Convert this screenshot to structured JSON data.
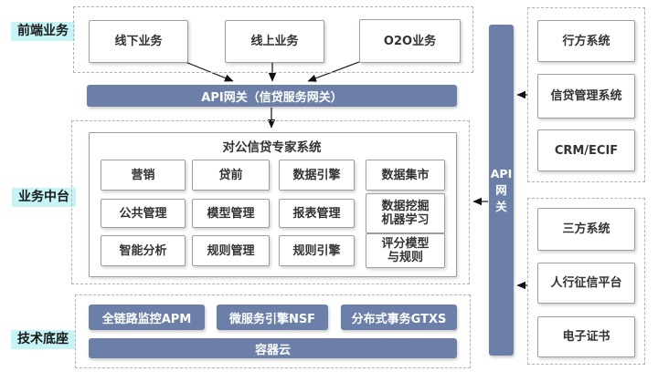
{
  "layer_labels": {
    "frontend": "前端业务",
    "middle": "业务中台",
    "tech": "技术底座"
  },
  "frontend": {
    "boxes": [
      "线下业务",
      "线上业务",
      "O2O业务"
    ]
  },
  "api_bar_label": "API网关（信贷服务网关）",
  "expert": {
    "title": "对公信贷专家系统",
    "row1": [
      "营销",
      "贷前",
      "数据引擎",
      "数据集市"
    ],
    "row2": [
      "公共管理",
      "模型管理",
      "报表管理"
    ],
    "row2_col4": {
      "line1": "数据挖掘",
      "line2": "机器学习"
    },
    "row3": [
      "智能分析",
      "规则管理",
      "规则引擎"
    ],
    "row3_col4": {
      "line1": "评分模型",
      "line2": "与规则"
    }
  },
  "tech": {
    "pills": [
      "全链路监控APM",
      "微服务引擎NSF",
      "分布式事务GTXS"
    ],
    "container_cloud": "容器云"
  },
  "gateway_vertical": {
    "lines": [
      "API",
      "网",
      "关"
    ]
  },
  "right_column": {
    "group1": [
      "行方系统",
      "信贷管理系统",
      "CRM/ECIF"
    ],
    "group2": [
      "三方系统",
      "人行征信平台",
      "电子证书"
    ]
  },
  "colors": {
    "accent_blue": "#6b7fa8",
    "label_cyan": "#c6f4f7",
    "box_border_gray": "#9e9e9e",
    "dashed_gray": "#b3b3b3"
  }
}
